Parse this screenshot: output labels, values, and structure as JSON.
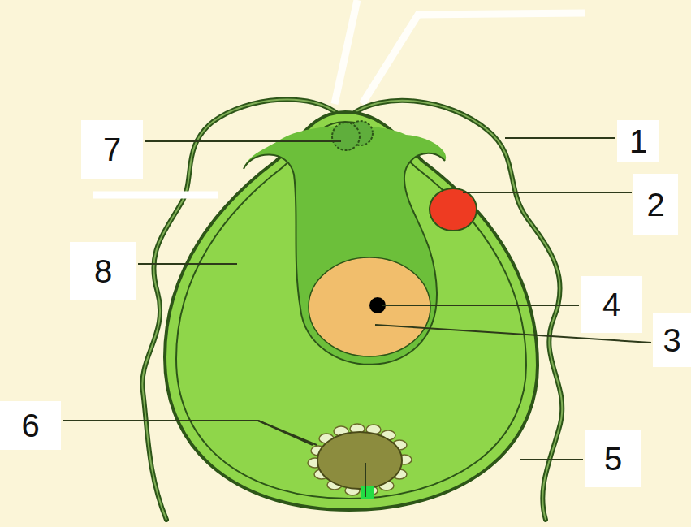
{
  "diagram": {
    "labels": [
      "7",
      "1",
      "2",
      "8",
      "4",
      "3",
      "6",
      "5"
    ]
  }
}
